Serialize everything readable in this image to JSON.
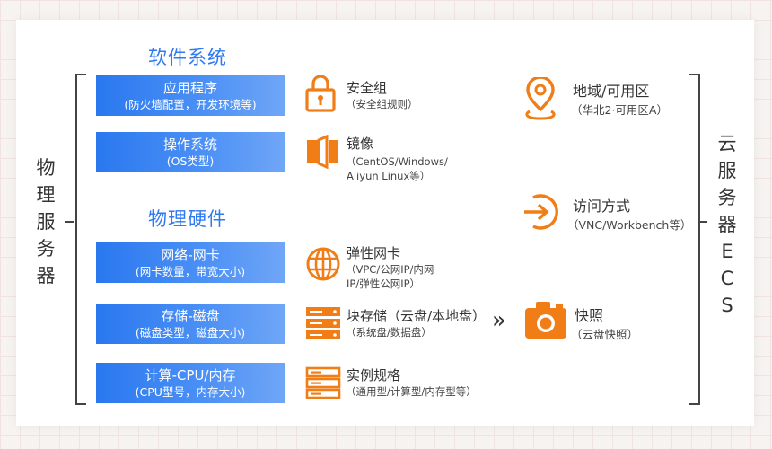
{
  "software_title": "软件系统",
  "hardware_title": "物理硬件",
  "left_vertical": [
    "物",
    "理",
    "服",
    "务",
    "器"
  ],
  "right_vertical": [
    "云",
    "服",
    "务",
    "器",
    "E",
    "C",
    "S"
  ],
  "blue_boxes": [
    {
      "title": "应用程序",
      "sub": "(防火墙配置，开发环境等)"
    },
    {
      "title": "操作系统",
      "sub": "(OS类型)"
    },
    {
      "title": "网络-网卡",
      "sub": "(网卡数量，带宽大小)"
    },
    {
      "title": "存储-磁盘",
      "sub": "(磁盘类型，磁盘大小)"
    },
    {
      "title": "计算-CPU/内存",
      "sub": "(CPU型号，内存大小)"
    }
  ],
  "mid_items": [
    {
      "title": "安全组",
      "sub": [
        "（安全组规则）"
      ],
      "icon": "lock-icon"
    },
    {
      "title": "镜像",
      "sub": [
        "（CentOS/Windows/",
        "Aliyun Linux等）"
      ],
      "icon": "image-icon"
    },
    {
      "title": "弹性网卡",
      "sub": [
        "（VPC/公网IP/内网",
        "IP/弹性公网IP）"
      ],
      "icon": "globe-icon"
    },
    {
      "title": "块存储（云盘/本地盘）",
      "sub": [
        "（系统盘/数据盘）"
      ],
      "icon": "disk-stack-icon"
    },
    {
      "title": "实例规格",
      "sub": [
        "（通用型/计算型/内存型等）"
      ],
      "icon": "server-spec-icon"
    }
  ],
  "right_items": [
    {
      "title": "地域/可用区",
      "sub": "（华北2·可用区A）",
      "icon": "location-pin-icon"
    },
    {
      "title": "访问方式",
      "sub": "（VNC/Workbench等）",
      "icon": "login-arrow-icon"
    },
    {
      "title": "快照",
      "sub": "（云盘快照）",
      "icon": "camera-icon"
    }
  ],
  "arrow_glyph": "»",
  "colors": {
    "blue": "#2f7af1",
    "orange": "#f07d16",
    "text": "#333333"
  }
}
